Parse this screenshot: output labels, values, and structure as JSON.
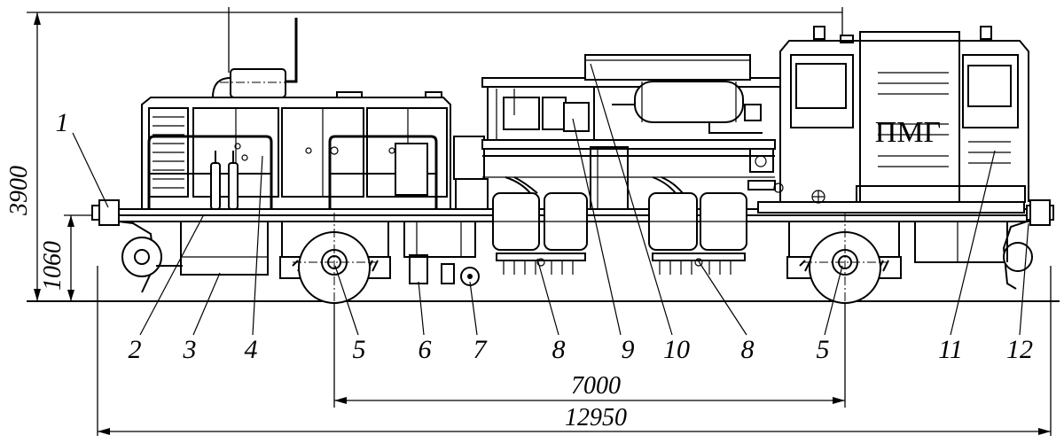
{
  "title_plate": "ПМГ",
  "callouts": [
    "1",
    "2",
    "3",
    "4",
    "5",
    "6",
    "7",
    "8",
    "9",
    "10",
    "8",
    "5",
    "11",
    "12"
  ],
  "dimensions": {
    "height_total": "3900",
    "height_coupler": "1060",
    "wheelbase": "7000",
    "length_total": "12950"
  }
}
